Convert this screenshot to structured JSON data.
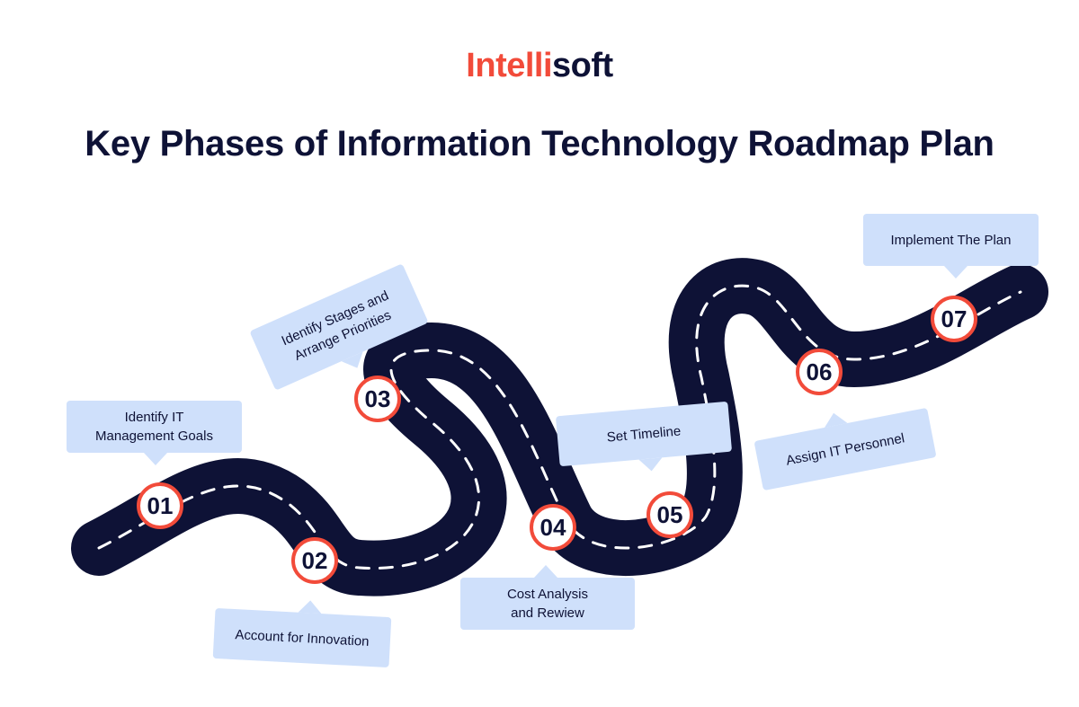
{
  "brand": {
    "part1": "Intelli",
    "part2": "soft"
  },
  "title": "Key Phases of Information Technology Roadmap Plan",
  "colors": {
    "road": "#0e1236",
    "accent": "#f24b3a",
    "callout_bg": "#cfe0fb",
    "text": "#0e1236"
  },
  "phases": [
    {
      "number": "01",
      "label": "Identify IT\nManagement Goals"
    },
    {
      "number": "02",
      "label": "Account for Innovation"
    },
    {
      "number": "03",
      "label": "Identify Stages and\nArrange Priorities"
    },
    {
      "number": "04",
      "label": "Cost Analysis\nand Rewiew"
    },
    {
      "number": "05",
      "label": "Set Timeline"
    },
    {
      "number": "06",
      "label": "Assign IT Personnel"
    },
    {
      "number": "07",
      "label": "Implement The Plan"
    }
  ]
}
